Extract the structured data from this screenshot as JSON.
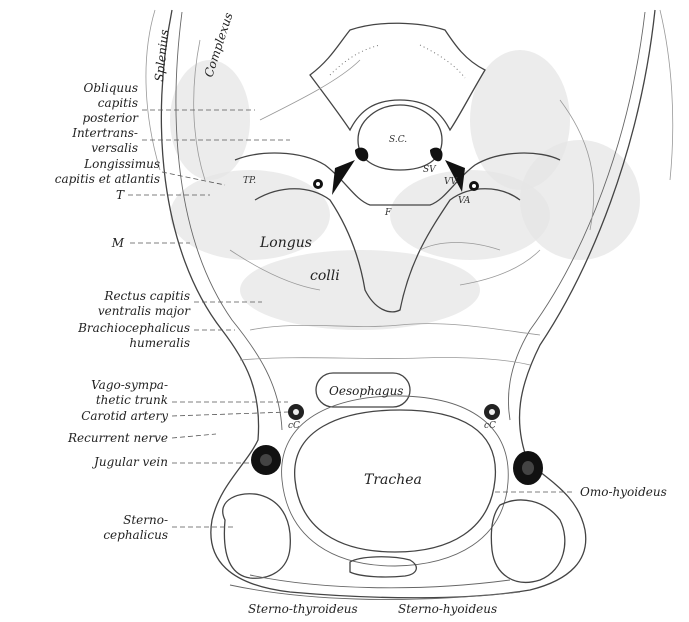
{
  "labels": {
    "obliquus": [
      "Obliquus",
      "capitis",
      "posterior"
    ],
    "intertransversalis": [
      "Intertrans-",
      "versalis"
    ],
    "longissimus": [
      "Longissimus",
      "capitis et atlantis"
    ],
    "t": "T",
    "m": "M",
    "rectus": [
      "Rectus capitis",
      "ventralis major"
    ],
    "brachiocephalicus": [
      "Brachiocephalicus",
      "humeralis"
    ],
    "vago": [
      "Vago-sympa-",
      "thetic trunk"
    ],
    "carotid": "Carotid artery",
    "recurrent": "Recurrent nerve",
    "jugular": "Jugular vein",
    "sterno_cephalicus": [
      "Sterno-",
      "cephalicus"
    ],
    "omo_hyoideus": "Omo-hyoideus",
    "sterno_thyroideus": "Sterno-thyroideus",
    "sterno_hyoideus": "Sterno-hyoideus",
    "splenius": "Splenius",
    "complexus": "Complexus",
    "longus": "Longus",
    "colli": "colli",
    "oesophagus": "Oesophagus",
    "trachea": "Trachea",
    "sc": "S.C.",
    "tp": "TP.",
    "sv": "SV",
    "vv": "VV",
    "va": "VA",
    "f": "F",
    "cc_left": "cC",
    "cc_right": "cC"
  }
}
